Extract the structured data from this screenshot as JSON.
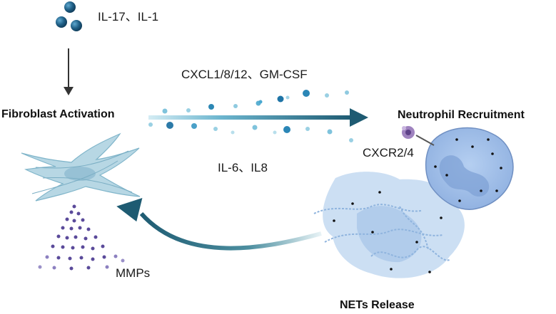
{
  "labels": {
    "il17_il1": "IL-17、IL-1",
    "cxcl": "CXCL1/8/12、GM-CSF",
    "fibroblast": "Fibroblast Activation",
    "neutrophil": "Neutrophil Recruitment",
    "il6_il8": "IL-6、IL8",
    "cxcr": "CXCR2/4",
    "mmps": "MMPs",
    "nets": "NETs Release"
  },
  "colors": {
    "cytokine_ball": "#1f5f86",
    "arrow_dark": "#1e5b72",
    "arrow_light": "#5fb3d4",
    "fibroblast": "#a9cfe0",
    "neutrophil": "#9fbfe8",
    "nets": "#c7dbf2",
    "mmp_dots": "#5a4a9a",
    "receptor": "#8a6aaa"
  },
  "icons": [
    "cytokine-cluster-icon",
    "fibroblast-cell-icon",
    "neutrophil-cell-icon",
    "nets-icon",
    "mmp-dots-icon",
    "receptor-icon"
  ]
}
